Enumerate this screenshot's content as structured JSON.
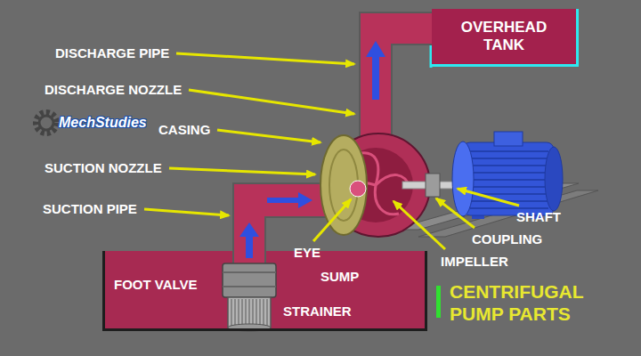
{
  "diagram": {
    "title": "CENTRIFUGAL PUMP PARTS",
    "nodes": [
      {
        "text": [
          "OVERHEAD TANK"
        ]
      },
      {
        "text": [
          "SUMP"
        ]
      }
    ],
    "labels": [
      "DISCHARGE PIPE",
      "DISCHARGE NOZZLE",
      "CASING",
      "SUCTION NOZZLE",
      "SUCTION PIPE",
      "EYE",
      "FOOT VALVE",
      "STRAINER",
      "SHAFT",
      "COUPLING",
      "IMPELLER",
      "MechStudies"
    ]
  }
}
